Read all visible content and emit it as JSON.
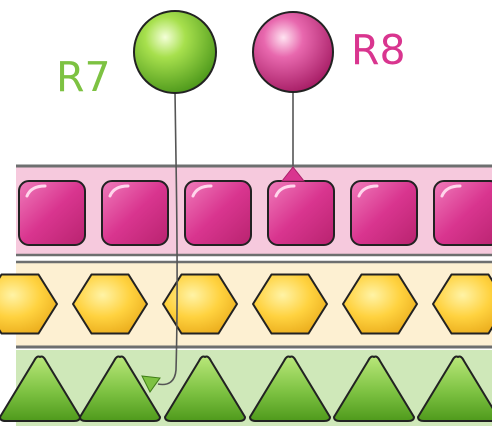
{
  "colors": {
    "green": "#7dc242",
    "pink": "#d9358f",
    "yellow": "#ffd23f",
    "pink_band": "#f6c9dd",
    "yellow_band": "#fdf0d2",
    "green_band": "#cfe8b9",
    "rail": "#6d6f6f"
  },
  "labels": {
    "r7": "R7",
    "r8": "R8"
  },
  "icons": {
    "r7_marker": "green-ball-marker",
    "r8_marker": "pink-ball-marker",
    "row1_shape": "rounded-square",
    "row2_shape": "hexagon",
    "row3_shape": "triangle"
  },
  "rows": [
    {
      "name": "pink-squares",
      "count": 6
    },
    {
      "name": "yellow-hexagons",
      "count": 6
    },
    {
      "name": "green-triangles",
      "count": 6
    }
  ]
}
